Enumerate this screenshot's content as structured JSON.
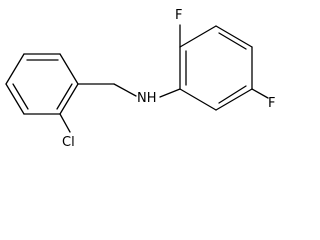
{
  "structure": {
    "atoms": {
      "f_top": "F",
      "f_right": "F",
      "nh": "NH",
      "cl": "Cl"
    }
  }
}
